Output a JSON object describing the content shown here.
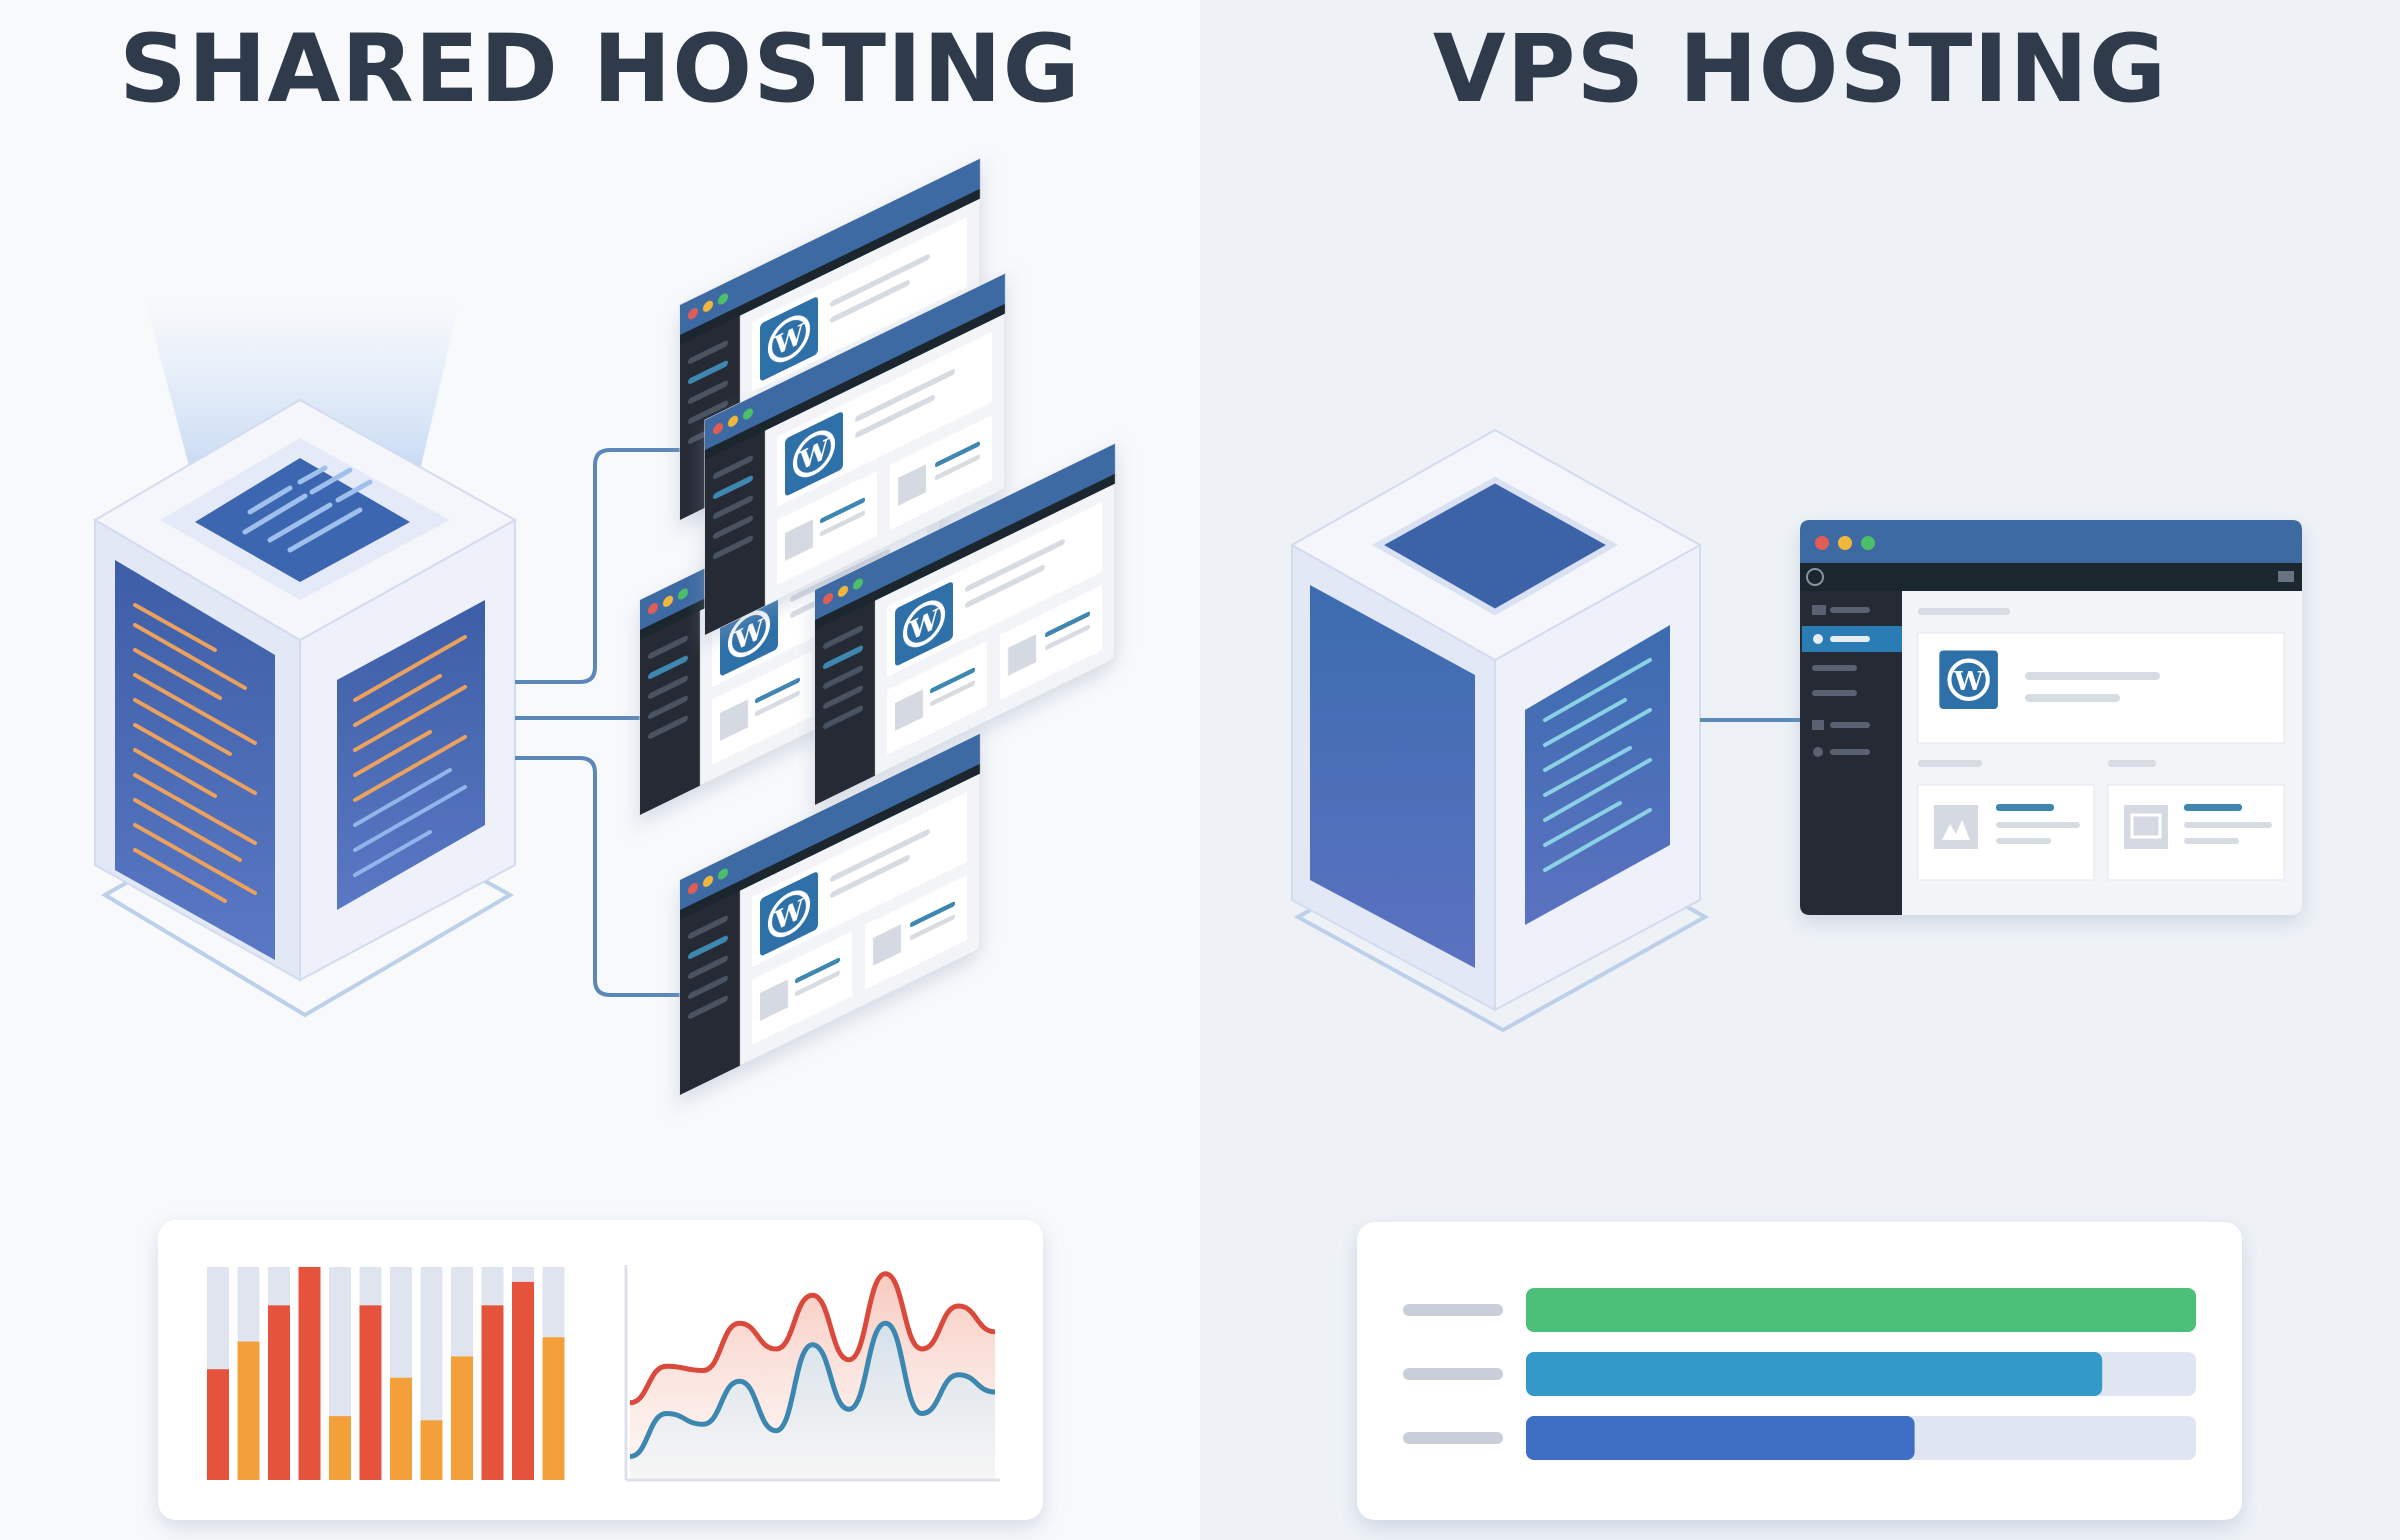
{
  "panels": {
    "shared": {
      "title": "SHARED HOSTING",
      "site_count": 5,
      "usage_bars": [
        0.52,
        0.65,
        0.82,
        1.0,
        0.3,
        0.82,
        0.48,
        0.28,
        0.58,
        0.82,
        0.93,
        0.67
      ],
      "traffic_lines": {
        "red": [
          0.35,
          0.52,
          0.5,
          0.72,
          0.6,
          0.85,
          0.55,
          0.95,
          0.6,
          0.8,
          0.68
        ],
        "blue": [
          0.1,
          0.3,
          0.25,
          0.45,
          0.22,
          0.62,
          0.32,
          0.72,
          0.3,
          0.48,
          0.4
        ]
      }
    },
    "vps": {
      "title": "VPS HOSTING",
      "site_count": 1,
      "resource_levels": [
        1.0,
        0.86,
        0.58
      ]
    }
  },
  "colors": {
    "background": "#f5f7fa",
    "heading": "#2f3a4a",
    "server_face": "#e6ebf7",
    "server_panel": "#4d6bb8",
    "connector": "#5b88b8",
    "browser_bar": "#3d6aa3",
    "sidebar": "#252b36",
    "wordpress_tile": "#2e70a8",
    "bar_red": "#e5533d",
    "bar_orange": "#f4a03a",
    "line_red": "#d94a3d",
    "line_blue": "#3c87b0",
    "res_green": "#4cc079",
    "res_teal": "#3399c8",
    "res_blue": "#3f6fc5"
  },
  "icons": [
    "server-icon",
    "wordpress-icon",
    "image-icon"
  ]
}
